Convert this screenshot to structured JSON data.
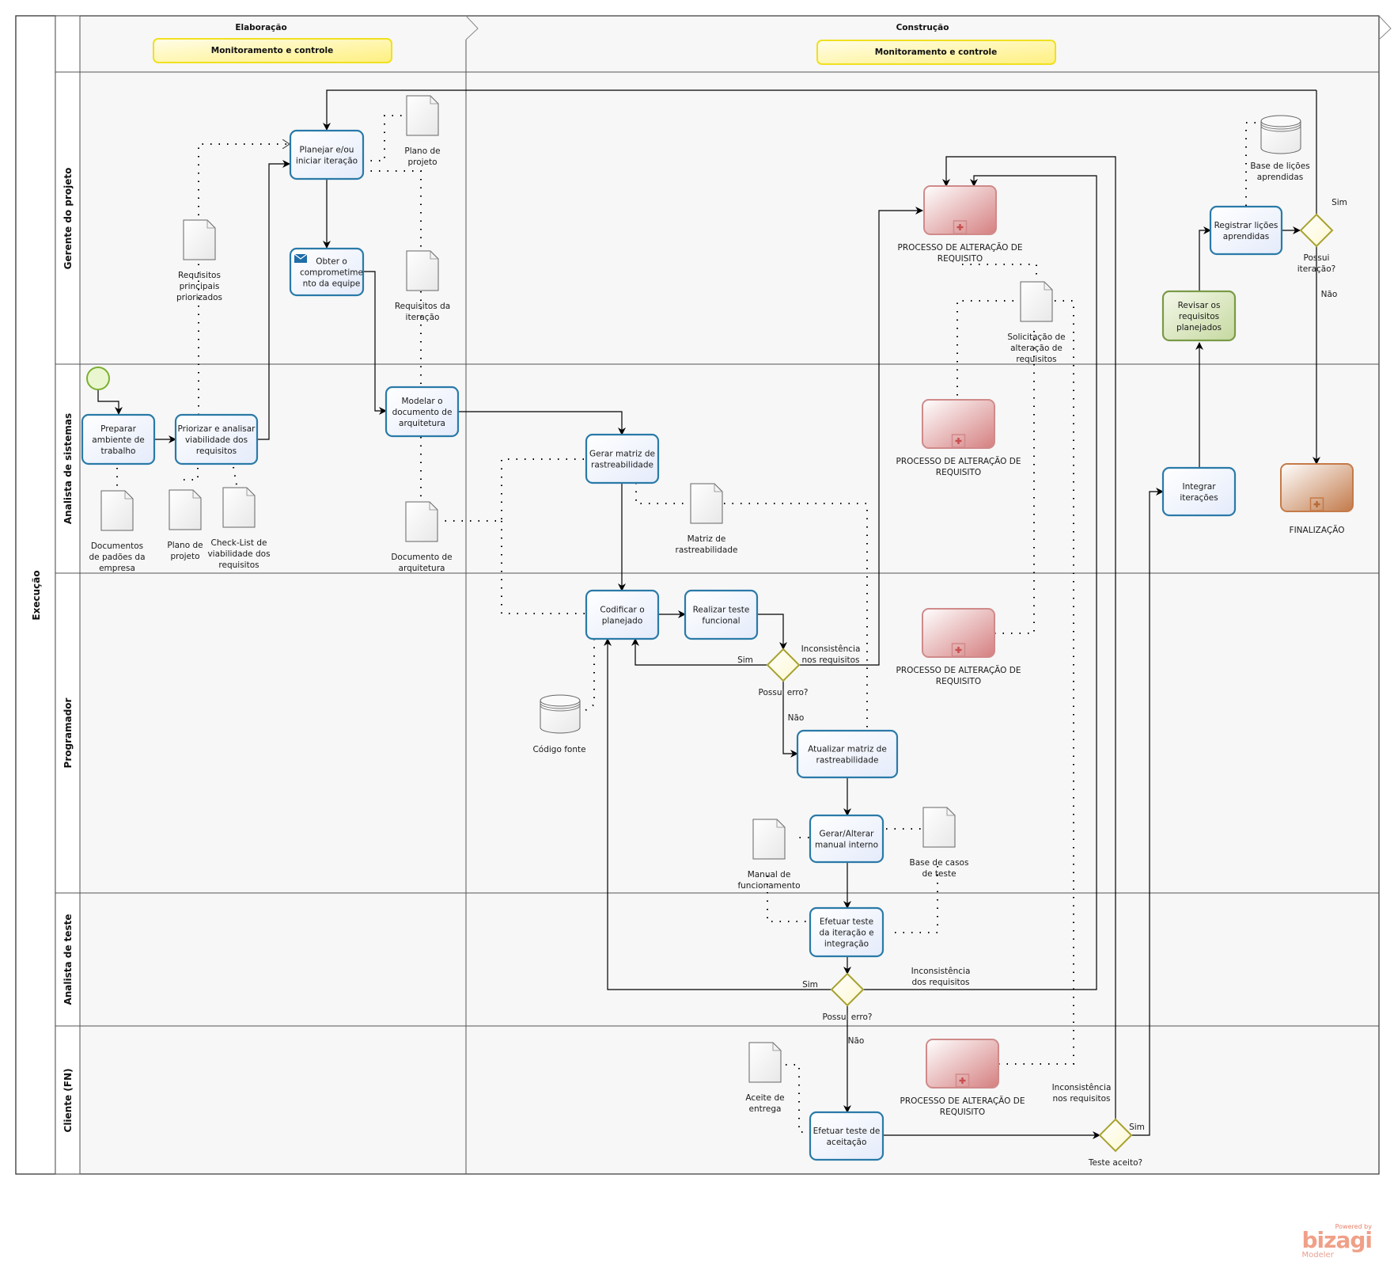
{
  "pool": {
    "label": "Execução"
  },
  "phases": [
    {
      "label": "Elaboração",
      "milestone": "Monitoramento e controle"
    },
    {
      "label": "Construção",
      "milestone": "Monitoramento e controle"
    }
  ],
  "lanes": [
    {
      "label": "Gerente do projeto"
    },
    {
      "label": "Analista de sistemas"
    },
    {
      "label": "Programador"
    },
    {
      "label": "Analista de teste"
    },
    {
      "label": "Cliente (FN)"
    }
  ],
  "tasks": {
    "planejar": [
      "Planejar e/ou",
      "iniciar iteração"
    ],
    "obter": [
      "Obter o",
      "comprometime",
      "nto da equipe"
    ],
    "preparar": [
      "Preparar",
      "ambiente de",
      "trabalho"
    ],
    "priorizar": [
      "Priorizar e analisar",
      "viabilidade dos",
      "requisitos"
    ],
    "modelar": [
      "Modelar o",
      "documento de",
      "arquitetura"
    ],
    "gerar_matriz": [
      "Gerar matriz de",
      "rastreabilidade"
    ],
    "codificar": [
      "Codificar o",
      "planejado"
    ],
    "realizar": [
      "Realizar teste",
      "funcional"
    ],
    "atualizar": [
      "Atualizar matriz de",
      "rastreabilidade"
    ],
    "gerar_manual": [
      "Gerar/Alterar",
      "manual interno"
    ],
    "efetuar_iter": [
      "Efetuar teste",
      "da iteração e",
      "integração"
    ],
    "efetuar_aceit": [
      "Efetuar teste de",
      "aceitação"
    ],
    "revisar": [
      "Revisar os",
      "requisitos",
      "planejados"
    ],
    "registrar": [
      "Registrar lições",
      "aprendidas"
    ],
    "integrar": [
      "Integrar",
      "iterações"
    ]
  },
  "subprocesses": {
    "alteracao": [
      "PROCESSO DE ALTERAÇÃO DE",
      "REQUISITO"
    ],
    "finalizacao": [
      "FINALIZAÇÃO"
    ]
  },
  "documents": {
    "plano_projeto_top": [
      "Plano de",
      "projeto"
    ],
    "req_principais": [
      "Requisitos",
      "principais",
      "priorizados"
    ],
    "req_iteracao": [
      "Requisitos da",
      "iteração"
    ],
    "doc_padroes": [
      "Documentos",
      "de padões da",
      "empresa"
    ],
    "plano_projeto_low": [
      "Plano de",
      "projeto"
    ],
    "checklist": [
      "Check-List de",
      "viabilidade dos",
      "requisitos"
    ],
    "doc_arquitetura": [
      "Documento de",
      "arquitetura"
    ],
    "matriz": [
      "Matriz de",
      "rastreabilidade"
    ],
    "solicitacao": [
      "Solicitação de",
      "alteração de",
      "requisitos"
    ],
    "manual": [
      "Manual de",
      "funcionamento"
    ],
    "base_casos": [
      "Base de casos",
      "de teste"
    ],
    "aceite": [
      "Aceite de",
      "entrega"
    ]
  },
  "datastores": {
    "licoes": [
      "Base de lições",
      "aprendidas"
    ],
    "codigo": [
      "Código fonte"
    ]
  },
  "gateways": {
    "erro1": "Possui erro?",
    "erro2": "Possui erro?",
    "iteracao": [
      "Possui",
      "iteração?"
    ],
    "aceito": "Teste aceito?"
  },
  "flow_labels": {
    "sim": "Sim",
    "nao": "Não",
    "inconsist_nos": [
      "Inconsistência",
      "nos requisitos"
    ],
    "inconsist_dos": [
      "Inconsistência",
      "dos requisitos"
    ]
  },
  "watermark": {
    "powered": "Powered by",
    "brand": "bizagi",
    "product": "Modeler"
  },
  "colors": {
    "task_stroke": "#2a7aa8",
    "task_fill": "#eef3fc",
    "sub_stroke": "#d08a8a",
    "fin_stroke": "#c57a48",
    "gateway_stroke": "#a8a230",
    "start_stroke": "#7ab030",
    "milestone_stroke": "#f0e020"
  }
}
